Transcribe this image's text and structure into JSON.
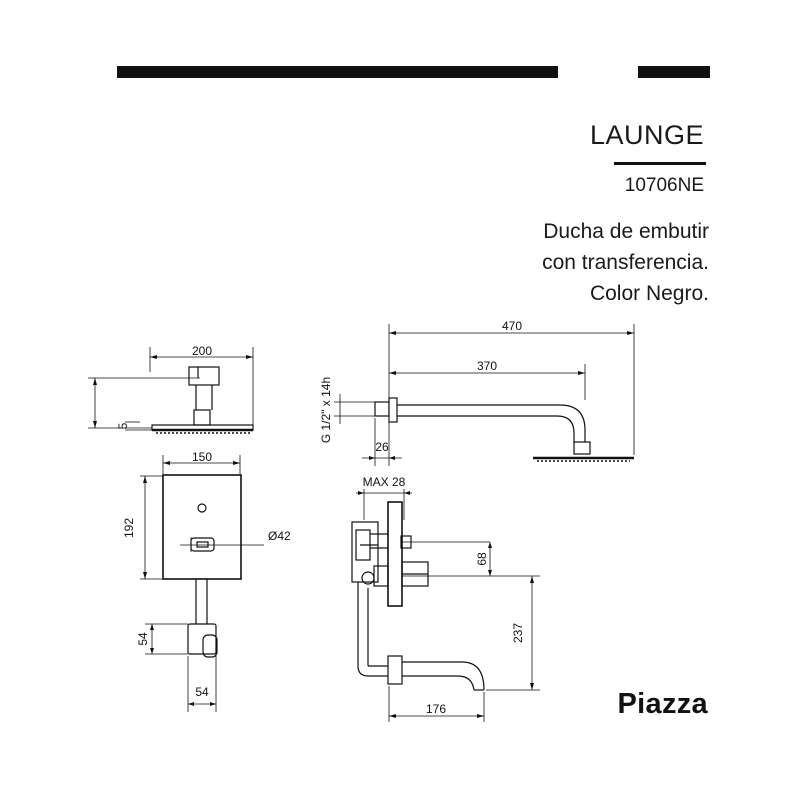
{
  "header": {
    "model": "LAUNGE",
    "code": "10706NE",
    "description": [
      "Ducha de embutir",
      "con transferencia.",
      "Color Negro."
    ]
  },
  "brand": {
    "logo_text": "Piazza"
  },
  "dimensions": {
    "head_width": "200",
    "head_thickness": "5",
    "plate_width": "150",
    "plate_height": "192",
    "handle_diameter": "Ø42",
    "spout_height": "54",
    "spout_width": "54",
    "arm_length": "470",
    "arm_reach": "370",
    "thread": "G 1/2\" x 14h",
    "flange_depth": "26",
    "max_depth": "MAX 28",
    "valve_offset": "68",
    "outlet_height": "237",
    "spout_reach": "176"
  },
  "colors": {
    "ink": "#111111",
    "background": "#ffffff"
  }
}
